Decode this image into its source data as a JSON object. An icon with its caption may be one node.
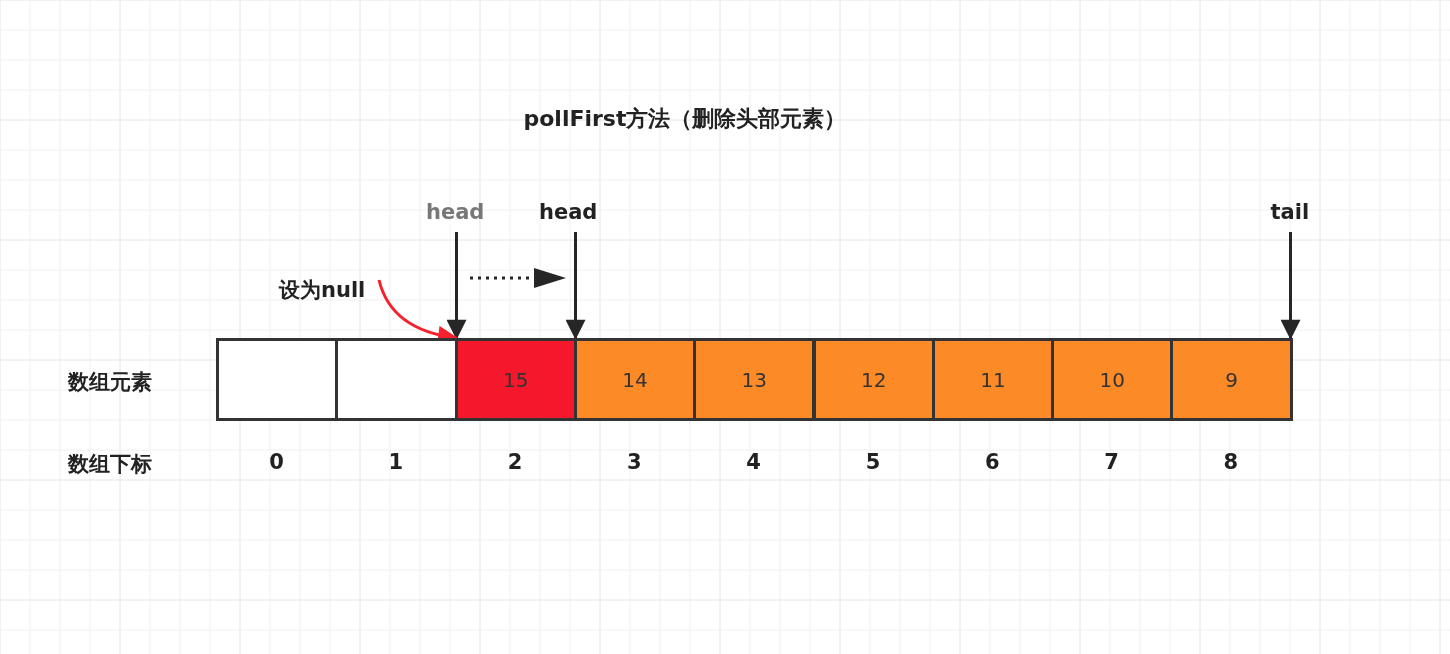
{
  "diagram": {
    "title": "pollFirst方法（删除头部元素）",
    "nodes": [
      {
        "text": [],
        "shape": "box"
      },
      {
        "text": [],
        "shape": "box"
      },
      {
        "text": [
          "15"
        ]
      },
      {
        "text": [
          "14"
        ]
      },
      {
        "text": [
          "13"
        ]
      },
      {
        "text": [
          "12"
        ]
      },
      {
        "text": [
          "11"
        ]
      },
      {
        "text": [
          "10"
        ]
      },
      {
        "text": [
          "9"
        ]
      },
      {
        "text": [
          "head"
        ]
      },
      {
        "text": [
          "head"
        ]
      },
      {
        "text": [
          "tail"
        ]
      },
      {
        "text": [
          "设为null"
        ]
      }
    ],
    "edges": [
      {
        "from": 9,
        "to": 2,
        "arrow": "to"
      },
      {
        "from": 10,
        "to": 3,
        "arrow": "to"
      },
      {
        "from": 11,
        "to": 8,
        "arrow": "to"
      },
      {
        "from": 12,
        "to": 2,
        "arrow": "to",
        "color": "#f5222d"
      }
    ],
    "labels": [
      "数组元素",
      "数组下标",
      "0",
      "1",
      "2",
      "3",
      "4",
      "5",
      "6",
      "7",
      "8"
    ]
  }
}
